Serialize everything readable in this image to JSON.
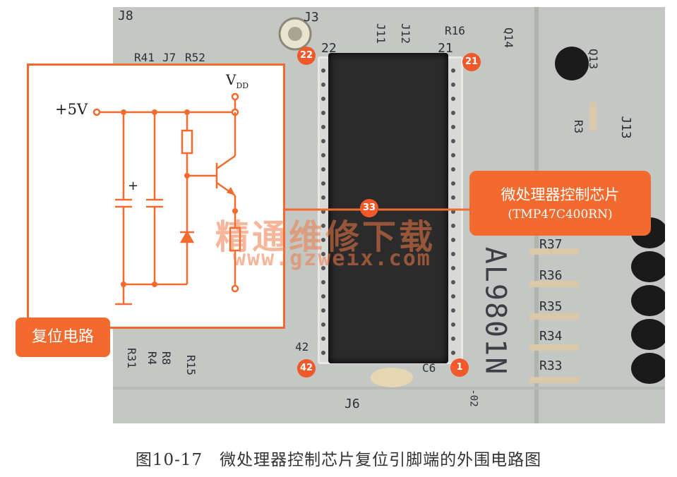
{
  "pcb": {
    "silkscreen": [
      "J8",
      "J3",
      "R41",
      "J7",
      "R52",
      "22",
      "J11",
      "J12",
      "21",
      "R16",
      "Q14",
      "Q13",
      "R3",
      "J13",
      "R37",
      "R36",
      "R35",
      "R34",
      "R33",
      "42",
      "R31",
      "R4",
      "R8",
      "R15",
      "C6",
      "J6",
      "AL9801N",
      "-02"
    ]
  },
  "pins": {
    "p22": "22",
    "p21": "21",
    "p33": "33",
    "p42": "42",
    "p1": "1"
  },
  "circuit": {
    "supply_label": "+5V",
    "vdd_main": "V",
    "vdd_sub": "DD",
    "cap_plus": "+"
  },
  "labels": {
    "reset_circuit": "复位电路",
    "callout_line1": "微处理器控制芯片",
    "callout_line2": "(TMP47C400RN)"
  },
  "watermark": {
    "cn": "精通维修下载",
    "url": "www.gzweix.com"
  },
  "caption": "图10-17　微处理器控制芯片复位引脚端的外围电路图",
  "colors": {
    "accent": "#f26a2e",
    "badge": "#f05a2a"
  }
}
